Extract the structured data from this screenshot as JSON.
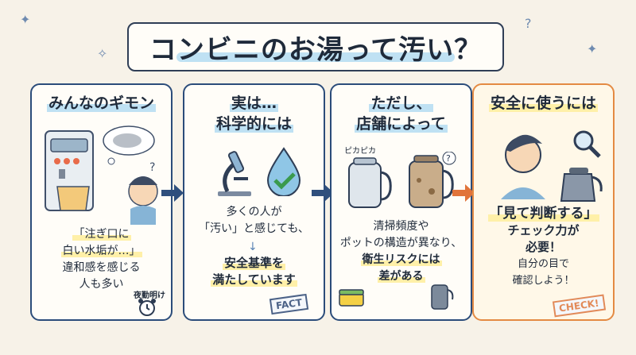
{
  "title": "コンビニのお湯って汚い？",
  "panels": [
    {
      "heading": "みんなのギモン",
      "lines": [
        "「注ぎ口に",
        "白い水垢が…」",
        "違和感を感じる",
        "人も多い"
      ],
      "badge": "夜勤明け"
    },
    {
      "heading": [
        "実は…",
        "科学的には"
      ],
      "lines": [
        "多くの人が",
        "「汚い」と感じても、",
        "安全基準を",
        "満たしています"
      ],
      "badge": "FACT"
    },
    {
      "heading": [
        "ただし、",
        "店舗によって"
      ],
      "lines": [
        "清掃頻度や",
        "ポットの構造が異なり、",
        "衛生リスクには",
        "差がある"
      ],
      "badge": "ピカピカ"
    },
    {
      "heading": "安全に使うには",
      "lines": [
        "「見て判断する」",
        "チェック力が",
        "必要！",
        "自分の目で",
        "確認しよう！"
      ],
      "badge": "CHECK!"
    }
  ],
  "colors": {
    "title_underline": "#bfe1f3",
    "panel_border_blue": "#2b4c7a",
    "panel_border_orange": "#e48a43",
    "arrow_blue": "#2f4f7d",
    "arrow_orange": "#e1743b",
    "highlight_yellow": "#fff0a8"
  },
  "icons": [
    "coffee-machine-icon",
    "microscope-icon",
    "water-drop-icon",
    "kettle-icon",
    "magnifier-icon",
    "alarm-clock-icon",
    "sponge-icon",
    "kettle-small-icon"
  ]
}
